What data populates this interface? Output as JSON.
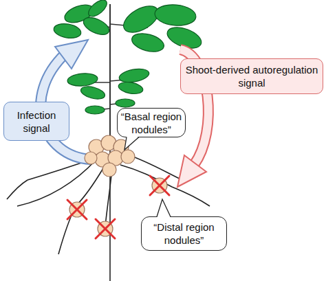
{
  "diagram": {
    "nodes": [
      {
        "text": [
          "Shoot-derived autoregulation signal"
        ]
      },
      {
        "text": [
          "Infection signal"
        ]
      },
      {
        "text": [
          "“Basal region nodules”"
        ]
      },
      {
        "text": [
          "“Distal region nodules”"
        ]
      }
    ]
  }
}
